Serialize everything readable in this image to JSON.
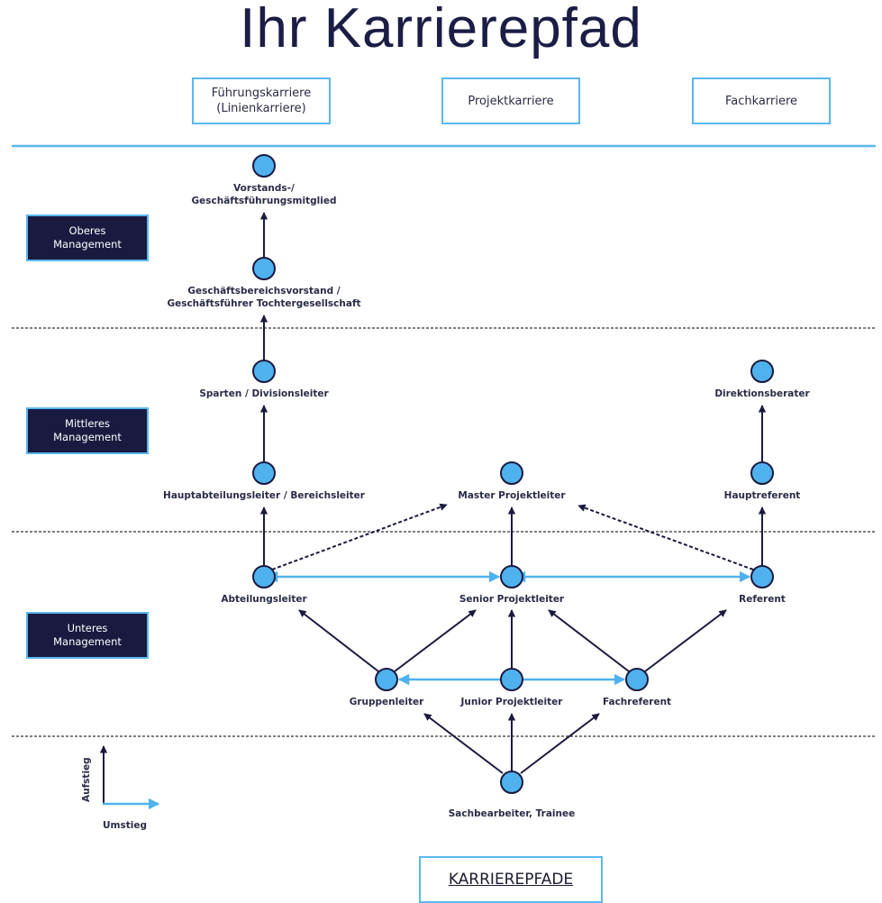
{
  "title": "Ihr Karrierepfad",
  "colors": {
    "navy": "#1a1a40",
    "accent_blue": "#5ab8ef",
    "node_fill": "#4fb2ee",
    "divider": "#555555"
  },
  "columns": [
    {
      "id": "fuehrung",
      "label_line1": "Führungskarriere",
      "label_line2": "(Linienkarriere)"
    },
    {
      "id": "projekt",
      "label_line1": "Projektkarriere",
      "label_line2": ""
    },
    {
      "id": "fach",
      "label_line1": "Fachkarriere",
      "label_line2": ""
    }
  ],
  "levels": [
    {
      "id": "oberes",
      "line1": "Oberes",
      "line2": "Management"
    },
    {
      "id": "mittleres",
      "line1": "Mittleres",
      "line2": "Management"
    },
    {
      "id": "unteres",
      "line1": "Unteres",
      "line2": "Management"
    }
  ],
  "nodes": [
    {
      "id": "vorstand",
      "label": [
        "Vorstands-/",
        "Geschäftsführungsmitglied"
      ]
    },
    {
      "id": "gbv",
      "label": [
        "Geschäftsbereichsvorstand /",
        "Geschäftsführer Tochtergesellschaft"
      ]
    },
    {
      "id": "sparten",
      "label": [
        "Sparten / Divisionsleiter"
      ]
    },
    {
      "id": "hauptabt",
      "label": [
        "Hauptabteilungsleiter / Bereichsleiter"
      ]
    },
    {
      "id": "abteilung",
      "label": [
        "Abteilungsleiter"
      ]
    },
    {
      "id": "gruppen",
      "label": [
        "Gruppenleiter"
      ]
    },
    {
      "id": "master",
      "label": [
        "Master Projektleiter"
      ]
    },
    {
      "id": "senior",
      "label": [
        "Senior Projektleiter"
      ]
    },
    {
      "id": "junior",
      "label": [
        "Junior Projektleiter"
      ]
    },
    {
      "id": "direktion",
      "label": [
        "Direktionsberater"
      ]
    },
    {
      "id": "hauptref",
      "label": [
        "Hauptreferent"
      ]
    },
    {
      "id": "referent",
      "label": [
        "Referent"
      ]
    },
    {
      "id": "fachref",
      "label": [
        "Fachreferent"
      ]
    },
    {
      "id": "sachbearbeiter",
      "label": [
        "Sachbearbeiter, Trainee"
      ]
    }
  ],
  "edges": [
    {
      "from": "gbv",
      "to": "vorstand",
      "type": "aufstieg"
    },
    {
      "from": "sparten",
      "to": "gbv",
      "type": "aufstieg"
    },
    {
      "from": "hauptabt",
      "to": "sparten",
      "type": "aufstieg"
    },
    {
      "from": "abteilung",
      "to": "hauptabt",
      "type": "aufstieg"
    },
    {
      "from": "senior",
      "to": "master",
      "type": "aufstieg"
    },
    {
      "from": "hauptref",
      "to": "direktion",
      "type": "aufstieg"
    },
    {
      "from": "referent",
      "to": "hauptref",
      "type": "aufstieg"
    },
    {
      "from": "abteilung",
      "to": "master",
      "type": "optional"
    },
    {
      "from": "referent",
      "to": "master",
      "type": "optional"
    },
    {
      "from": "gruppen",
      "to": "abteilung",
      "type": "aufstieg"
    },
    {
      "from": "gruppen",
      "to": "senior",
      "type": "aufstieg"
    },
    {
      "from": "junior",
      "to": "senior",
      "type": "aufstieg"
    },
    {
      "from": "fachref",
      "to": "senior",
      "type": "aufstieg"
    },
    {
      "from": "fachref",
      "to": "referent",
      "type": "aufstieg"
    },
    {
      "from": "sachbearbeiter",
      "to": "gruppen",
      "type": "aufstieg"
    },
    {
      "from": "sachbearbeiter",
      "to": "junior",
      "type": "aufstieg"
    },
    {
      "from": "sachbearbeiter",
      "to": "fachref",
      "type": "aufstieg"
    },
    {
      "from": "abteilung",
      "to": "senior",
      "type": "umstieg-both"
    },
    {
      "from": "senior",
      "to": "referent",
      "type": "umstieg-both"
    },
    {
      "from": "junior",
      "to": "gruppen",
      "type": "umstieg"
    },
    {
      "from": "junior",
      "to": "fachref",
      "type": "umstieg"
    }
  ],
  "legend": {
    "vertical_label": "Aufstieg",
    "horizontal_label": "Umstieg"
  },
  "footer": {
    "label": "KARRIEREPFADE"
  }
}
